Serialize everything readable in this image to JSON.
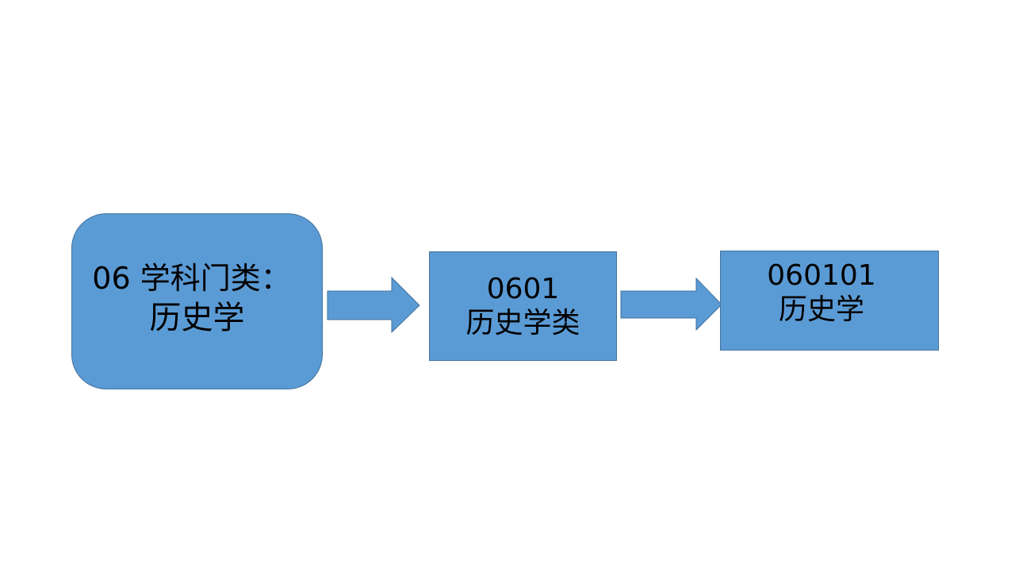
{
  "diagram": {
    "nodes": [
      {
        "id": "discipline-category",
        "line1": "06 学科门类：",
        "line2": "历史学"
      },
      {
        "id": "first-level-discipline",
        "line1": "0601",
        "line2": "历史学类"
      },
      {
        "id": "major",
        "line1": "060101",
        "line2": "历史学"
      }
    ],
    "edges": [
      {
        "from": "discipline-category",
        "to": "first-level-discipline"
      },
      {
        "from": "first-level-discipline",
        "to": "major"
      }
    ],
    "colors": {
      "node_fill": "#5b9bd5",
      "node_border": "#41719c",
      "arrow_fill": "#5b9bd5",
      "text": "#000000"
    }
  }
}
